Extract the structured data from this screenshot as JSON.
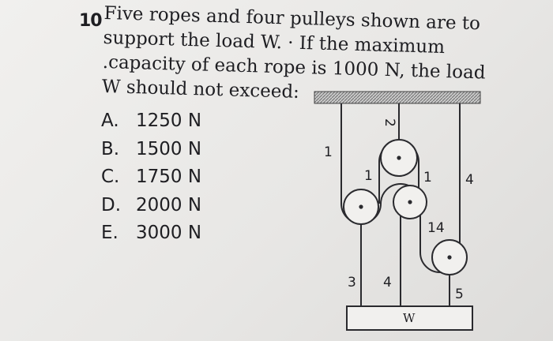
{
  "question": {
    "number": "10",
    "lines": [
      "Five ropes and four pulleys shown are to",
      "support the load W. · If the maximum",
      ".capacity of each rope is 1000 N, the load",
      "W should not exceed:"
    ]
  },
  "options": [
    {
      "letter": "A.",
      "value": "1250 N"
    },
    {
      "letter": "B.",
      "value": "1500 N"
    },
    {
      "letter": "C.",
      "value": "1750 N"
    },
    {
      "letter": "D.",
      "value": "2000 N"
    },
    {
      "letter": "E.",
      "value": "3000 N"
    }
  ],
  "figure": {
    "rope_labels": [
      "1",
      "2",
      "1",
      "1",
      "4",
      "3",
      "4",
      "14",
      "5"
    ],
    "load_label": "W"
  }
}
